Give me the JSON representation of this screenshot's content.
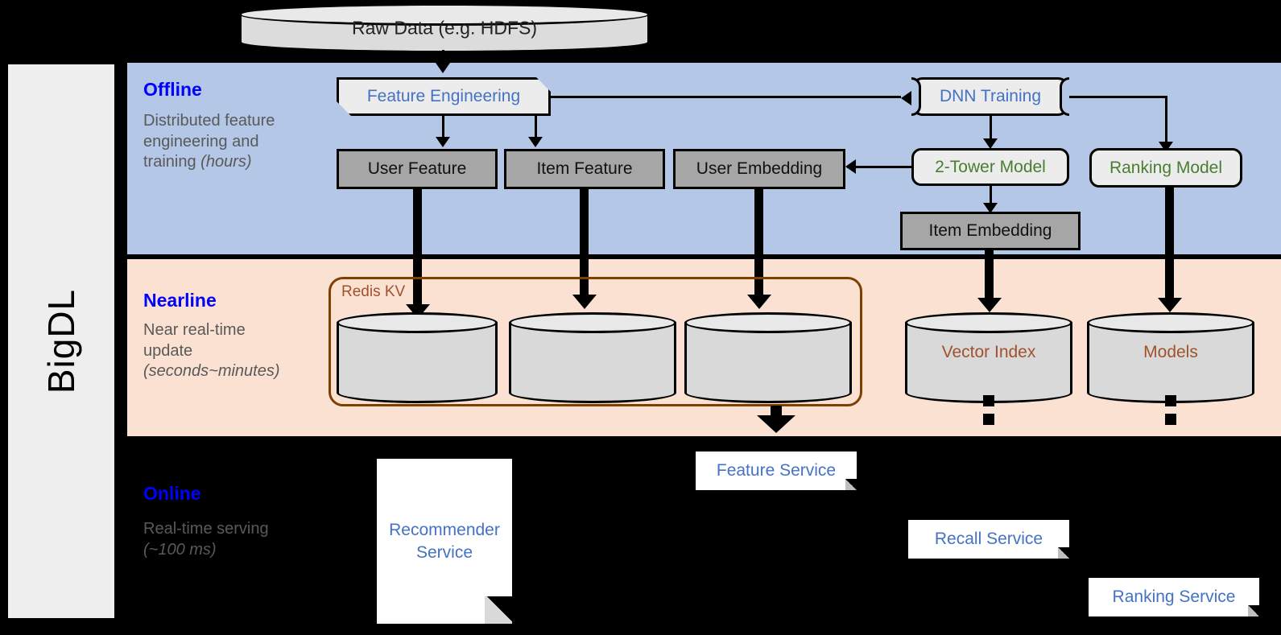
{
  "framework": {
    "name": "BigDL"
  },
  "top_source": {
    "label": "Raw Data (e.g. HDFS)"
  },
  "sections": [
    {
      "id": "offline",
      "title": "Offline",
      "subtitle_main": "Distributed feature engineering and training ",
      "subtitle_em": "(hours)",
      "band_color": "#b4c7e7"
    },
    {
      "id": "nearline",
      "title": "Nearline",
      "subtitle_main": "Near real-time update ",
      "subtitle_em": "(seconds~minutes)",
      "band_color": "#fae1d2"
    },
    {
      "id": "online",
      "title": "Online",
      "subtitle_main": "Real-time serving ",
      "subtitle_em": "(~100 ms)",
      "band_color": "#000000"
    }
  ],
  "offline": {
    "feature_engineering": {
      "label": "Feature Engineering",
      "text_color": "#4472c4"
    },
    "dnn_training": {
      "label": "DNN Training",
      "text_color": "#4472c4"
    },
    "two_tower_model": {
      "label": "2-Tower Model",
      "text_color": "#4a7d31"
    },
    "ranking_model": {
      "label": "Ranking Model",
      "text_color": "#4a7d31"
    },
    "user_feature": {
      "label": "User Feature"
    },
    "item_feature": {
      "label": "Item Feature"
    },
    "user_embedding": {
      "label": "User Embedding"
    },
    "item_embedding": {
      "label": "Item Embedding"
    }
  },
  "nearline": {
    "redis_group_label": "Redis KV",
    "redis_stores": [
      {
        "label": ""
      },
      {
        "label": ""
      },
      {
        "label": ""
      }
    ],
    "vector_index": {
      "label": "Vector Index",
      "text_color": "#a0522d"
    },
    "models": {
      "label": "Models",
      "text_color": "#a0522d"
    }
  },
  "online": {
    "recommender_service": {
      "label": "Recommender Service"
    },
    "feature_service": {
      "label": "Feature Service"
    },
    "recall_service": {
      "label": "Recall Service"
    },
    "ranking_service": {
      "label": "Ranking Service"
    }
  },
  "colors": {
    "accent_blue": "#0000ff",
    "link_blue": "#4472c4",
    "green": "#4a7d31",
    "brown": "#a0522d",
    "gray_text": "#595959",
    "gray_box": "#a6a6a6"
  }
}
